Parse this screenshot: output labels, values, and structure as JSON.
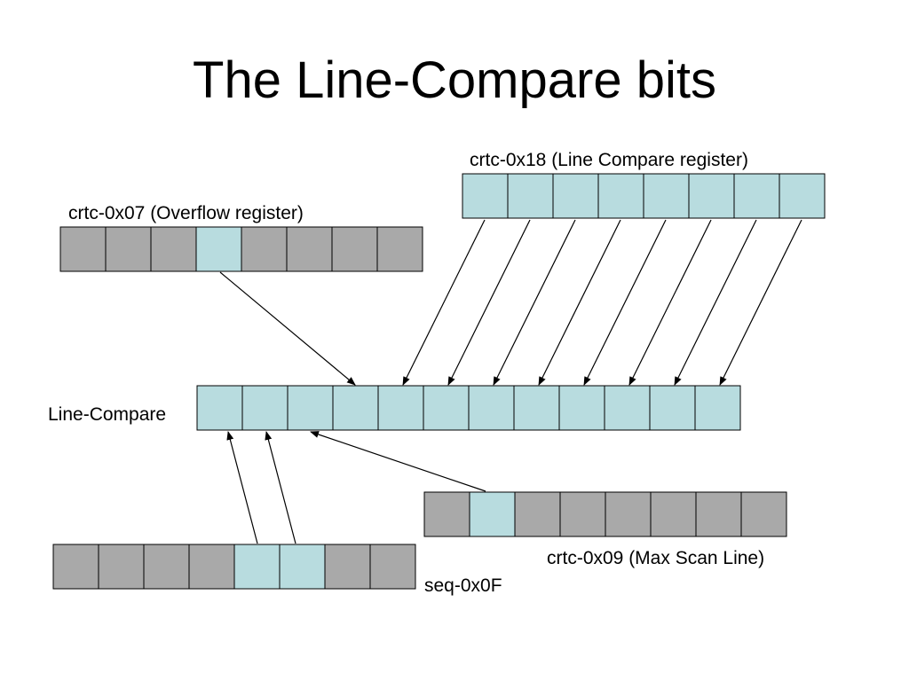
{
  "slide": {
    "title": "The Line-Compare bits"
  },
  "colors": {
    "active": "#b8dcdf",
    "inactive": "#a9a9a9",
    "border": "#000000"
  },
  "registers": {
    "line_compare_reg": {
      "label": "crtc-0x18 (Line Compare register)",
      "cells": [
        1,
        1,
        1,
        1,
        1,
        1,
        1,
        1
      ]
    },
    "overflow": {
      "label": "crtc-0x07 (Overflow register)",
      "cells": [
        0,
        0,
        0,
        1,
        0,
        0,
        0,
        0
      ]
    },
    "line_compare": {
      "label": "Line-Compare",
      "cells": [
        1,
        1,
        1,
        1,
        1,
        1,
        1,
        1,
        1,
        1,
        1,
        1
      ]
    },
    "max_scan": {
      "label": "crtc-0x09 (Max Scan Line)",
      "cells": [
        0,
        1,
        0,
        0,
        0,
        0,
        0,
        0
      ]
    },
    "seq": {
      "label": "seq-0x0F",
      "cells": [
        0,
        0,
        0,
        0,
        1,
        1,
        0,
        0
      ]
    }
  }
}
